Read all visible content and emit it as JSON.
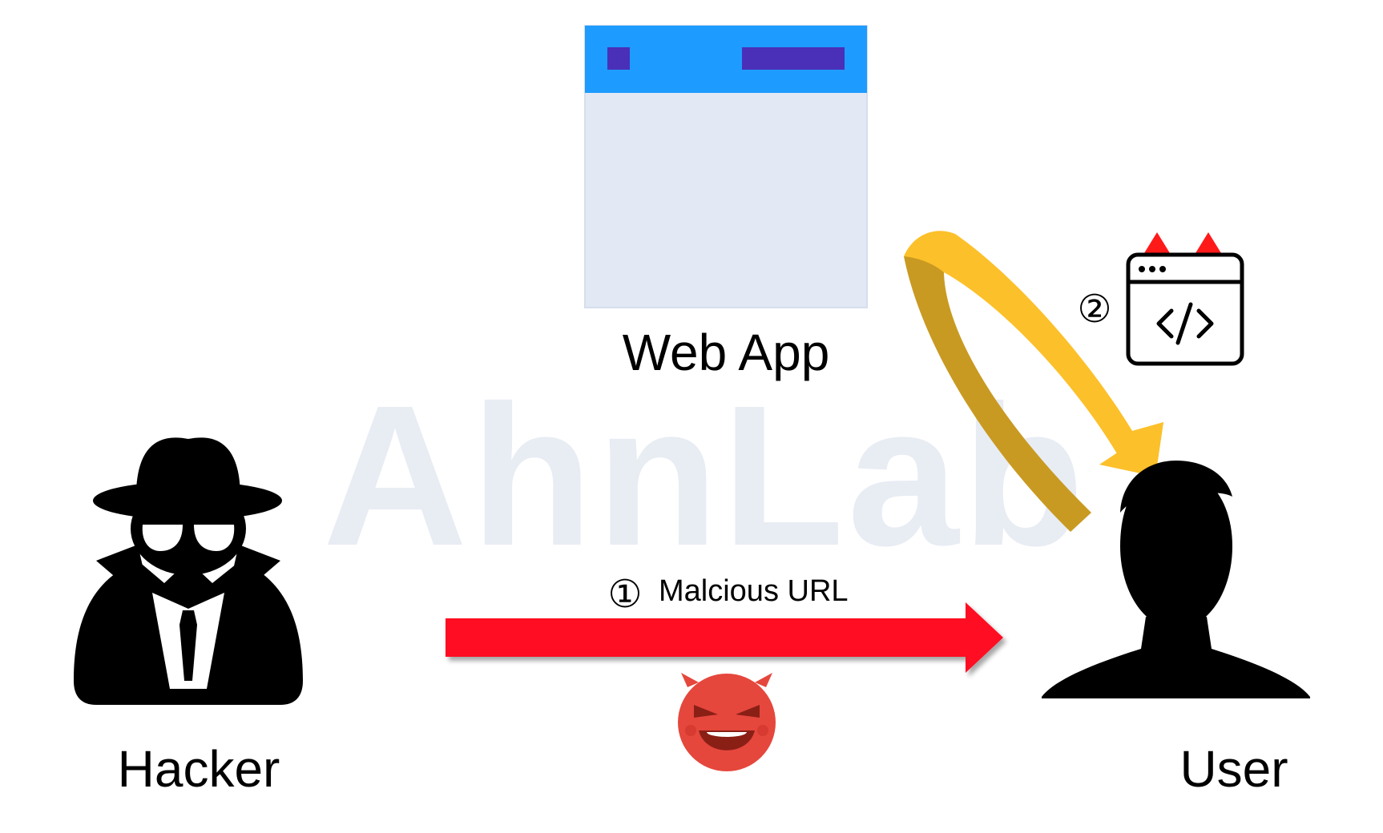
{
  "nodes": {
    "webapp": {
      "label": "Web App"
    },
    "hacker": {
      "label": "Hacker"
    },
    "user": {
      "label": "User"
    }
  },
  "edges": {
    "malicious_url": {
      "step": "①",
      "label": "Malcious URL"
    },
    "script_return": {
      "step": "②"
    }
  },
  "watermark": {
    "text": "AhnLab"
  },
  "icons": {
    "webapp_window": "browser-window-icon",
    "hacker": "spy-hacker-icon",
    "user": "user-silhouette-icon",
    "devil": "devil-face-icon",
    "script": "code-window-icon"
  },
  "colors": {
    "window_titlebar": "#1E9BFF",
    "window_body": "#E3E9F4",
    "window_accent": "#4A2FB8",
    "attack_arrow": "#FF1020",
    "return_arrow": "#FCC02A",
    "return_arrow_shadow": "#C99A22",
    "devil": "#E5473C",
    "devil_horn": "#FF1A1A",
    "watermark": "#E8ECF3"
  }
}
